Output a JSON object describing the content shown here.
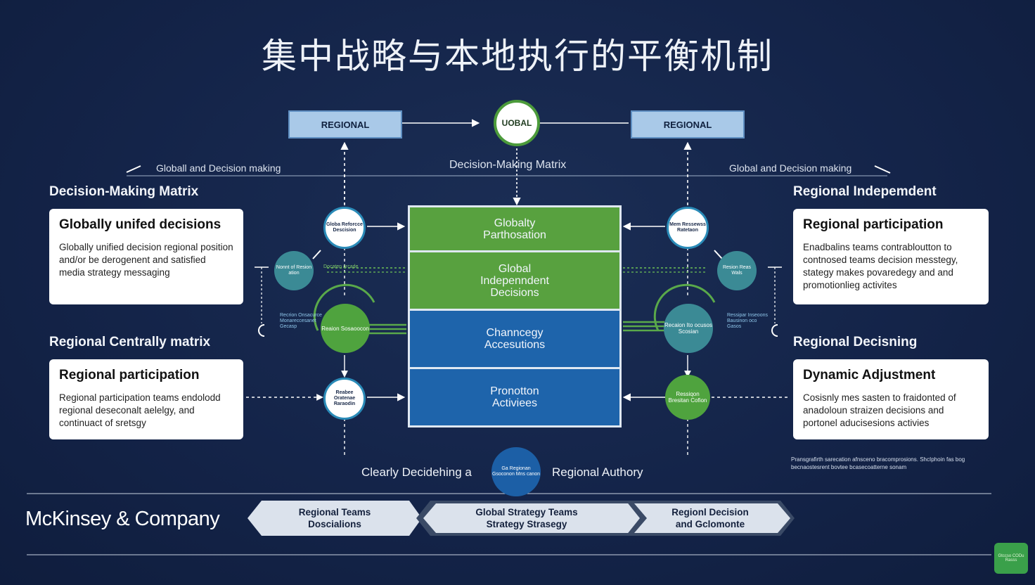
{
  "title": "集中战略与本地执行的平衡机制",
  "top": {
    "left_box": "REGIONAL",
    "globe": "UOBAL",
    "right_box": "REGIONAL",
    "left_label": "Globall and Decision making",
    "center_label": "Decision-Making Matrix",
    "right_label": "Global  and Decision making"
  },
  "left": {
    "section1_head": "Decision-Making Matrix",
    "card1": {
      "title": "Globally unifed decisions",
      "body": "Globally unified decision regional position and/or be derogenent and satisfied media strategy messaging"
    },
    "section2_head": "Regional Centrally matrix",
    "card2": {
      "title": "Regional participation",
      "body": "Regional participation teams endolodd regional deseconalt aelelgy, and continuact of sretsgy"
    }
  },
  "right": {
    "section1_head": "Regional Indepemdent",
    "card1": {
      "title": "Regional participation",
      "body": "Enadbalins teams contrabloutton to contnosed teams decision messtegy, stategy makes povaredegy and and promotionlieg activites"
    },
    "section2_head": "Regional Decisning",
    "card2": {
      "title": "Dynamic Adjustment",
      "body": "Cosisnly mes sasten to fraidonted of anadoloun straizen decisions and portonel aducisesions activies"
    }
  },
  "center": {
    "layers": [
      {
        "line1": "Globalty",
        "line2": "Parthosation",
        "color": "green"
      },
      {
        "line1": "Global",
        "line2": "Indepenndent",
        "line3": "Decisions",
        "color": "green"
      },
      {
        "line1": "Channcegy",
        "line2": "Accesutions",
        "color": "blue"
      },
      {
        "line1": "Pronotton",
        "line2": "Activiees",
        "color": "blue"
      }
    ]
  },
  "nodes": {
    "left_white_top": "Globa Reforcce Descision",
    "left_teal": "Nonnt of Resion ation",
    "left_green": "Reaion Sosaoocon",
    "left_white_bottom": "Reabee Oratenae Raraodin",
    "right_white_top": "Mem Ressewss Ratetaon",
    "right_teal": "Resion Reas Wals",
    "right_tealbig": "Recaion Ito ocusos Scosian",
    "right_green": "Ressiqon Bresitan Cofion",
    "bottom_blue": "Ga Regionan Gsoconon Mns canon",
    "left_notes": "Recrion Onsacurce Monareccesanet Gecasp",
    "right_notes": "Ressipar Inseoons Bausinon oco Gasos",
    "left_marks": "Docaten arcade"
  },
  "bottom": {
    "left_text": "Clearly Decidehing a",
    "right_text": "Regional Authory",
    "note": "Pransgrafirth sarecation afnsceno bracomprosions. ShcIphoin fas bog becnaostesrent bovtee bcasecoatterne sonam"
  },
  "footer": {
    "logo": "McKinsey & Company",
    "chevrons": [
      {
        "line1": "Regional Teams",
        "line2": "Doscialions"
      },
      {
        "line1": "Global Strategy Teams",
        "line2": "Strategy Strasegy"
      },
      {
        "line1": "Regionl Decision",
        "line2": "and Gclomonte"
      }
    ],
    "badge": "Gtccso CODu Rasss"
  },
  "colors": {
    "background": "#142449",
    "green": "#58a13f",
    "blue": "#1e64ab",
    "light_blue": "#a9c9e8"
  }
}
